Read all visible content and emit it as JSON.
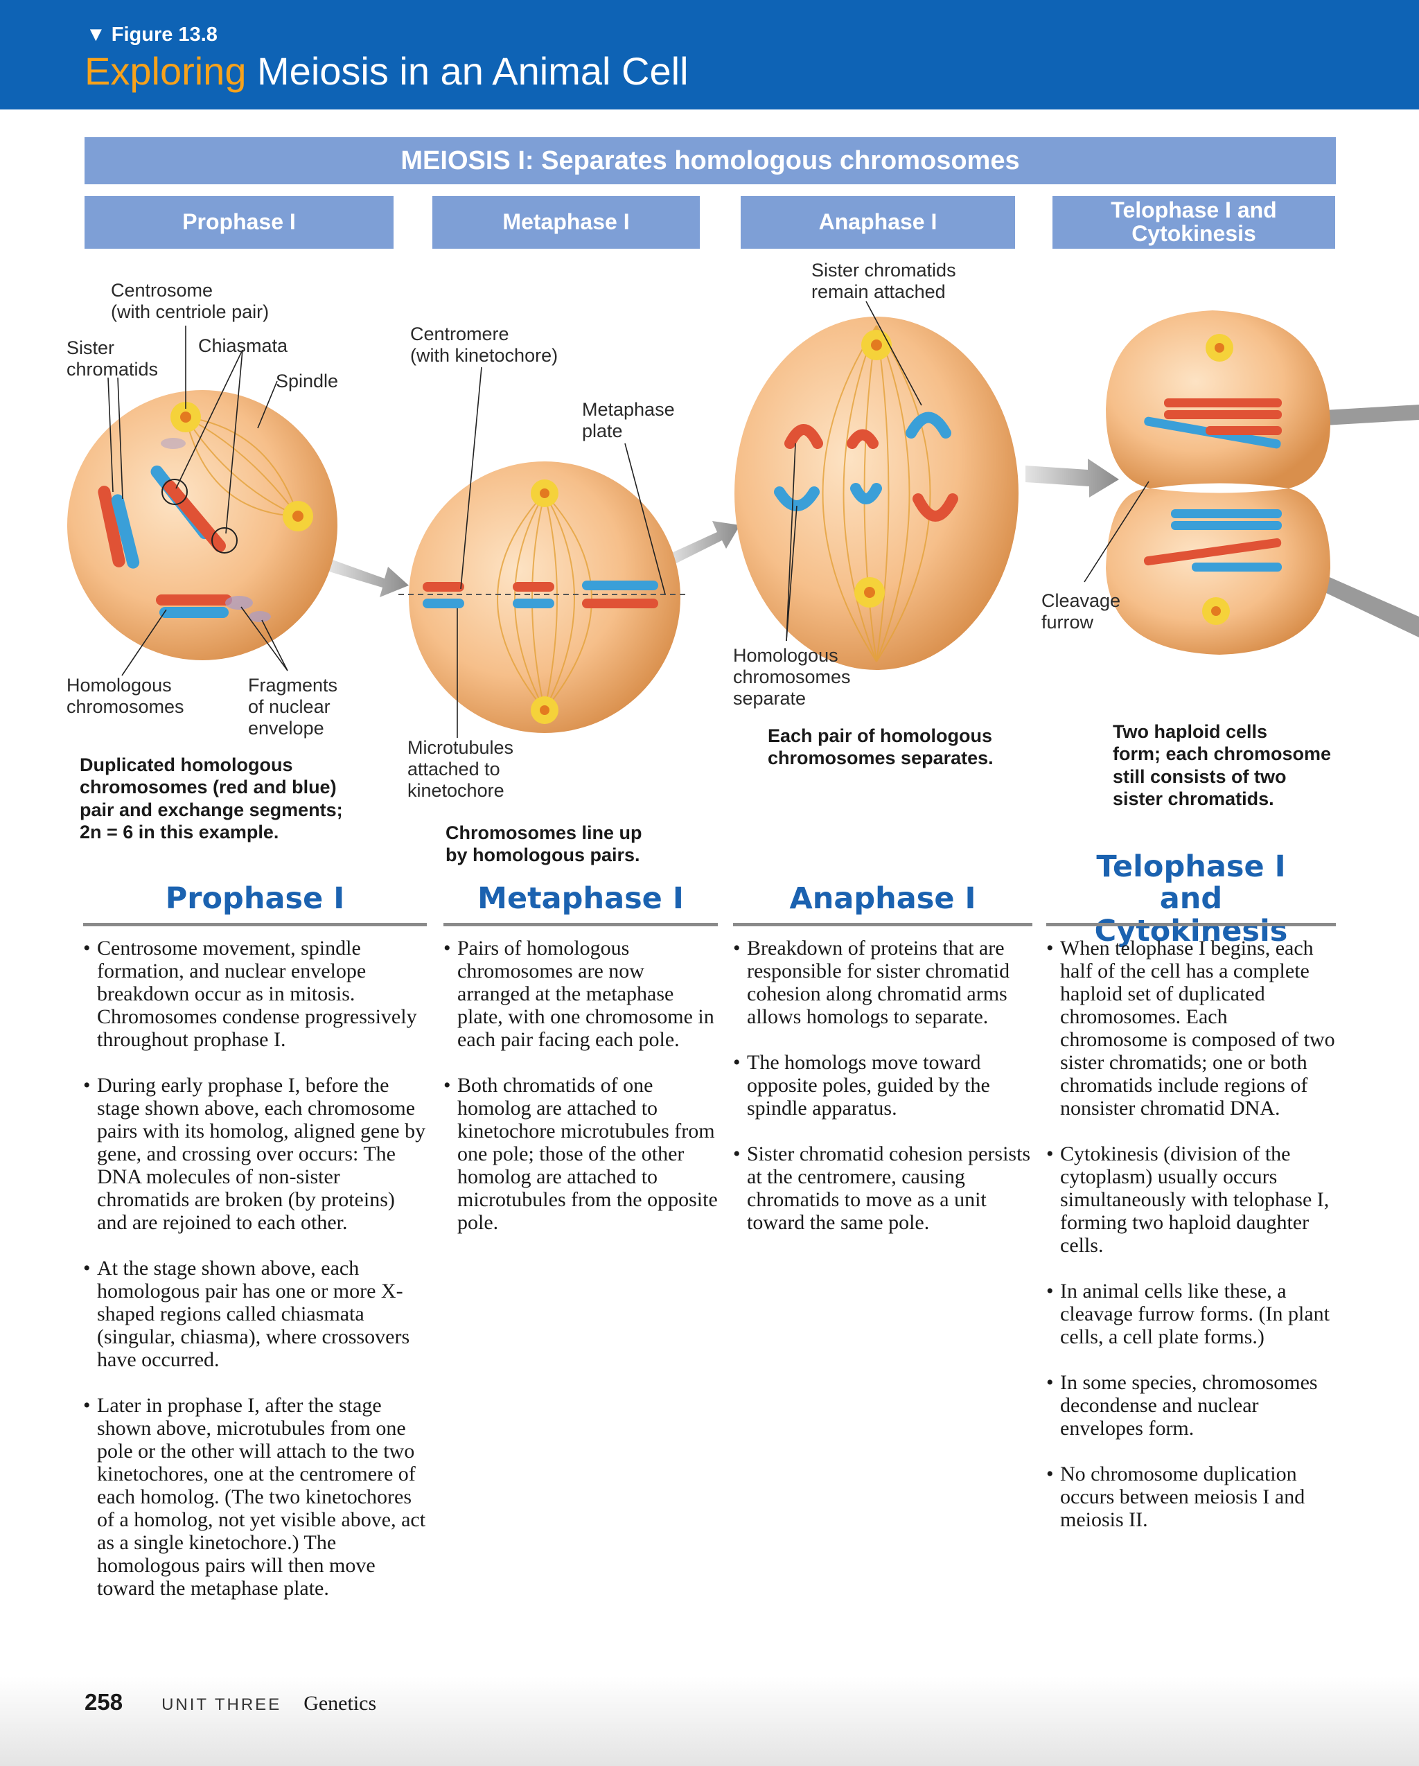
{
  "header": {
    "figure_label": "▼ Figure 13.8",
    "title_accent": "Exploring",
    "title_rest": " Meiosis in an Animal Cell"
  },
  "banner": "MEIOSIS I: Separates homologous chromosomes",
  "phase_tabs": [
    "Prophase I",
    "Metaphase I",
    "Anaphase I",
    "Telophase I and Cytokinesis"
  ],
  "diagram_labels": {
    "centrosome": [
      "Centrosome",
      "(with centriole pair)"
    ],
    "sister_chromatids": [
      "Sister",
      "chromatids"
    ],
    "chiasmata": "Chiasmata",
    "spindle": "Spindle",
    "homologous_chromosomes": [
      "Homologous",
      "chromosomes"
    ],
    "fragments": [
      "Fragments",
      "of nuclear",
      "envelope"
    ],
    "centromere": [
      "Centromere",
      "(with kinetochore)"
    ],
    "metaphase_plate": [
      "Metaphase",
      "plate"
    ],
    "microtubules": [
      "Microtubules",
      "attached to",
      "kinetochore"
    ],
    "sister_attached": [
      "Sister chromatids",
      "remain attached"
    ],
    "homologous_separate": [
      "Homologous",
      "chromosomes",
      "separate"
    ],
    "cleavage_furrow": [
      "Cleavage",
      "furrow"
    ]
  },
  "captions": {
    "prophase": [
      "Duplicated homologous",
      "chromosomes (red and blue)",
      "pair and exchange segments;",
      "2n = 6 in this example."
    ],
    "metaphase": [
      "Chromosomes line up",
      "by homologous pairs."
    ],
    "anaphase": [
      "Each pair of homologous",
      "chromosomes separates."
    ],
    "telophase": [
      "Two haploid cells",
      "form; each chromosome",
      "still consists of two",
      "sister chromatids."
    ]
  },
  "columns": [
    {
      "heading": "Prophase I",
      "bullets": [
        "Centrosome movement, spindle formation, and nuclear envelope breakdown occur as in mitosis. Chromosomes condense progressively throughout prophase I.",
        "During early prophase I, before the stage shown above, each chromosome pairs with its homolog, aligned gene by gene, and crossing over occurs: The DNA molecules of non-sister chromatids are broken (by proteins) and are rejoined to each other.",
        "At the stage shown above, each homologous pair has one or more X-shaped regions called chiasmata (singular, chiasma), where crossovers have occurred.",
        "Later in prophase I, after the stage shown above, microtubules from one pole or the other will attach to the two kinetochores, one at the centromere of each homolog. (The two kinetochores of a homolog, not yet visible above, act as a single kinetochore.) The homologous pairs will then move toward the metaphase plate."
      ]
    },
    {
      "heading": "Metaphase I",
      "bullets": [
        "Pairs of homologous chromosomes are now arranged at the metaphase plate, with one chromosome in each pair facing each pole.",
        "Both chromatids of one homolog are attached to kinetochore microtubules from one pole; those of the other homolog are attached to microtubules from the opposite pole."
      ]
    },
    {
      "heading": "Anaphase I",
      "bullets": [
        "Breakdown of proteins that are responsible for sister chromatid cohesion along chromatid arms allows homologs to separate.",
        "The homologs move toward opposite poles, guided by the spindle apparatus.",
        "Sister chromatid cohesion persists at the centromere, causing chromatids to move as a unit toward the same pole."
      ]
    },
    {
      "heading": "Telophase I and Cytokinesis",
      "bullets": [
        "When telophase I begins, each half of the cell has a complete haploid set of duplicated chromosomes. Each chromosome is composed of two sister chromatids; one or both chromatids include regions of nonsister chromatid DNA.",
        "Cytokinesis (division of the cytoplasm) usually occurs simultaneously with telophase I, forming two haploid daughter cells.",
        "In animal cells like these, a cleavage furrow forms. (In plant cells, a cell plate forms.)",
        "In some species, chromosomes decondense and nuclear envelopes form.",
        "No chromosome duplication occurs between meiosis I and meiosis II."
      ]
    }
  ],
  "footer": {
    "page": "258",
    "unit": "UNIT THREE",
    "section": "Genetics"
  },
  "colors": {
    "header_blue": "#0e63b5",
    "accent_orange": "#f7a21b",
    "banner_blue": "#7e9fd6",
    "heading_blue": "#1b62b0",
    "chromosome_red": "#e05235",
    "chromosome_blue": "#3a9fd8"
  }
}
